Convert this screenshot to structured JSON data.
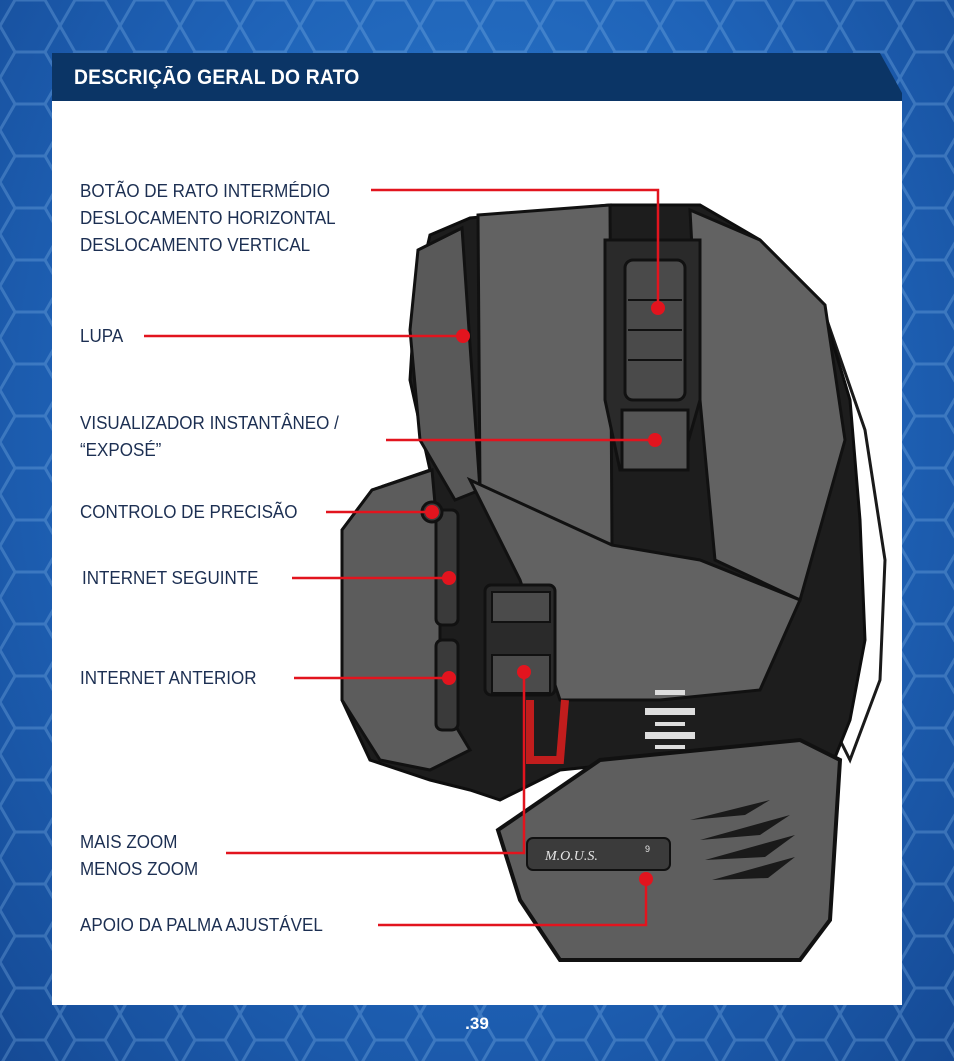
{
  "header": {
    "title": "DESCRIÇÃO GERAL DO RATO"
  },
  "labels": {
    "middle_button": "BOTÃO DE RATO INTERMÉDIO",
    "horizontal_scroll": "DESLOCAMENTO HORIZONTAL",
    "vertical_scroll": "DESLOCAMENTO VERTICAL",
    "magnifier": "LUPA",
    "expose_line1": "VISUALIZADOR INSTANTÂNEO /",
    "expose_line2": "“EXPOSÉ”",
    "precision": "CONTROLO DE PRECISÃO",
    "internet_forward": "INTERNET SEGUINTE",
    "internet_back": "INTERNET ANTERIOR",
    "zoom_in": "MAIS ZOOM",
    "zoom_out": "MENOS ZOOM",
    "palm_rest": "APOIO DA PALMA AJUSTÁVEL"
  },
  "mouse_logo": "M.O.U.S.",
  "mouse_logo_sup": "9",
  "footer": {
    "page_number": ".39"
  },
  "colors": {
    "header": "#0b3566",
    "leader": "#e2141e",
    "label_text": "#1c2f52"
  },
  "icons": [
    "hexagon-pattern-background",
    "mouse-illustration"
  ]
}
